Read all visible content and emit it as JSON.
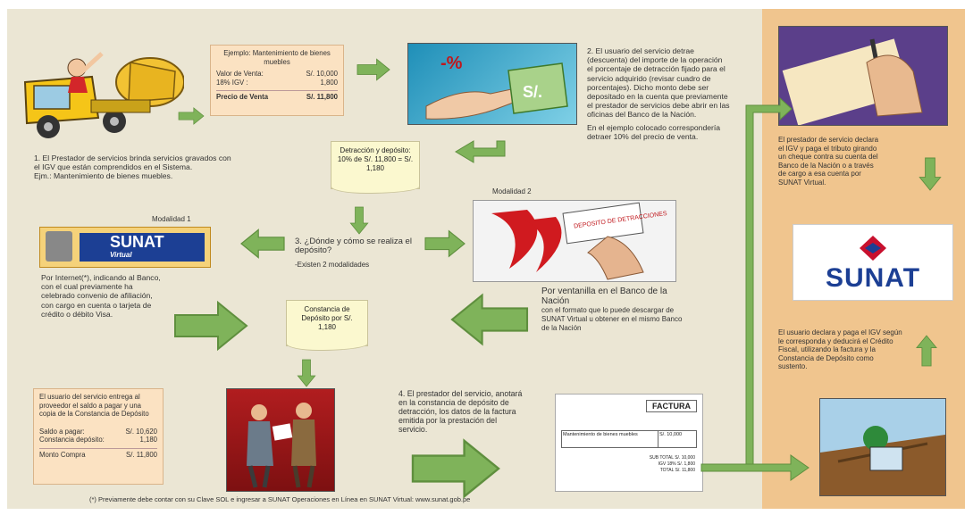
{
  "step1": {
    "example_title": "Ejemplo: Mantenimiento de bienes muebles",
    "rows": [
      {
        "label": "Valor de Venta:",
        "value": "S/. 10,000"
      },
      {
        "label": "18% IGV :",
        "value": "1,800"
      }
    ],
    "total": {
      "label": "Precio de Venta",
      "value": "S/. 11,800"
    },
    "caption": "1. El Prestador de servicios brinda servicios gravados con el IGV que están comprendidos en el Sistema.",
    "caption_example": "Ejm.: Mantenimiento de bienes muebles."
  },
  "step2": {
    "discount_label": "-%",
    "money_label": "S/.",
    "text": "2. El usuario del servicio detrae (descuenta) del importe de la operación el porcentaje de detracción fijado para el servicio adquirido (revisar cuadro de porcentajes). Dicho monto debe ser depositado en la cuenta que previamente el prestador de servicios debe abrir en las oficinas del Banco de la Nación.",
    "example": "En el ejemplo colocado correspondería detraer 10% del precio de venta."
  },
  "detraccion_note": "Detracción y depósito: 10% de S/. 11,800 = S/. 1,180",
  "step3": {
    "question": "3. ¿Dónde y cómo se realiza el depósito?",
    "sub": "-Existen 2 modalidades"
  },
  "modalidad1": {
    "label": "Modalidad 1",
    "logo_text": "SUNAT",
    "logo_sub": "Virtual",
    "text": "Por Internet(*), indicando al Banco, con el cual previamente ha celebrado convenio de afiliación, con cargo en cuenta o tarjeta de crédito o débito Visa."
  },
  "modalidad2": {
    "label": "Modalidad 2",
    "slip_text": "DEPOSITO DE DETRACCIONES",
    "text_big": "Por ventanilla en el Banco de la Nación",
    "text_rest": "con el formato que lo puede descargar de SUNAT Virtual u obtener en el mismo Banco de la Nación"
  },
  "constancia": "Constancia de Depósito por S/. 1,180",
  "user_note": {
    "text": "El usuario del servicio entrega al proveedor el saldo a pagar y una copia de la Constancia de Depósito",
    "rows": [
      {
        "label": "Saldo a pagar:",
        "value": "S/. 10,620"
      },
      {
        "label": "Constancia depósito:",
        "value": "1,180"
      }
    ],
    "total": {
      "label": "Monto Compra",
      "value": "S/. 11,800"
    }
  },
  "step4": "4. El prestador del servicio, anotará en la constancia de depósito de detracción, los datos de la factura emitida por la prestación del servicio.",
  "factura": {
    "title": "FACTURA",
    "item": "Mantenimiento de bienes muebles",
    "amount": "S/. 10,000",
    "subtotal_label": "SUB TOTAL",
    "subtotal": "S/. 10,000",
    "igv_label": "IGV 18%",
    "igv": "S/. 1,800",
    "total_label": "TOTAL",
    "total": "S/. 11,800"
  },
  "right": {
    "top_text": "El prestador de servicio declara el IGV y paga el tributo girando un cheque contra su cuenta del Banco de la Nación o a través de cargo a esa cuenta por SUNAT Virtual.",
    "logo": "SUNAT",
    "bottom_text": "El usuario declara y paga el IGV según le corresponda y deducirá el Crédito Fiscal, utilizando la factura y la Constancia de Depósito como sustento."
  },
  "footnote": "(*) Previamente debe contar con su Clave SOL e ingresar a SUNAT Operaciones en Línea en SUNAT Virtual: www.sunat.gob.pe",
  "colors": {
    "arrow_fill": "#7fb35a",
    "arrow_stroke": "#5f8f3e",
    "panel": "#f0c58e",
    "background": "#ebe6d4",
    "sunat_red": "#c8102e",
    "sunat_blue": "#1c3f94"
  }
}
